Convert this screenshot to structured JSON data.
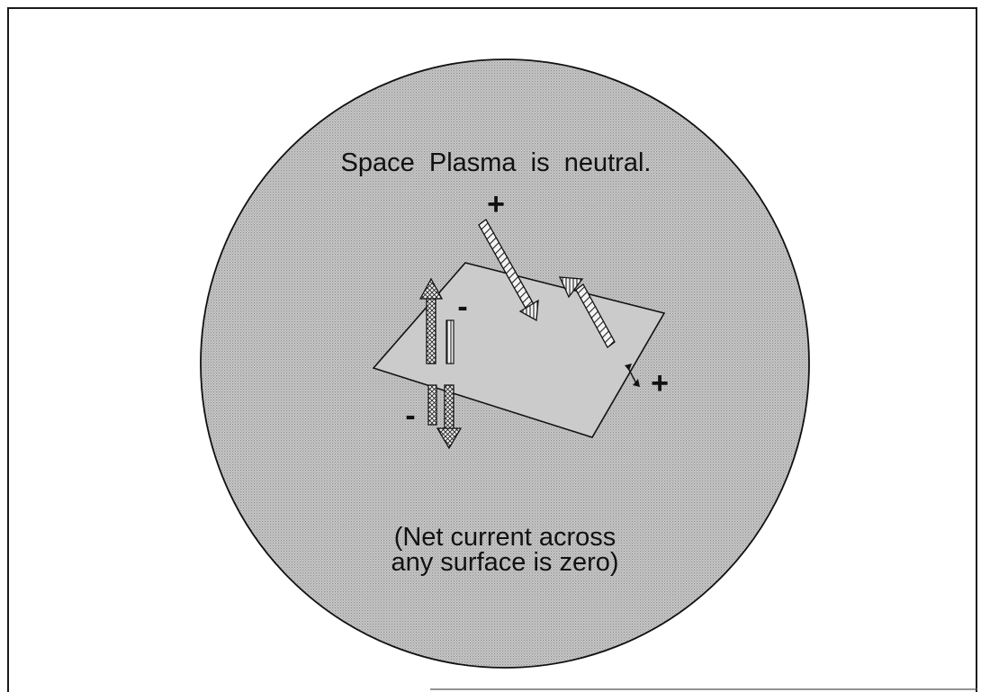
{
  "figure": {
    "caption_top": "Space  Plasma  is  neutral.",
    "caption_bottom_line1": "(Net current across",
    "caption_bottom_line2": "any surface is zero)",
    "charge_labels": {
      "top_plus": "+",
      "upper_minus": "-",
      "lower_minus": "-",
      "right_plus": "+"
    }
  },
  "colors": {
    "plasma_fill": "#c6c6c6",
    "plasma_dot": "#8f8f8f",
    "outline": "#111111",
    "plane_fill": "#cbcbcb"
  }
}
